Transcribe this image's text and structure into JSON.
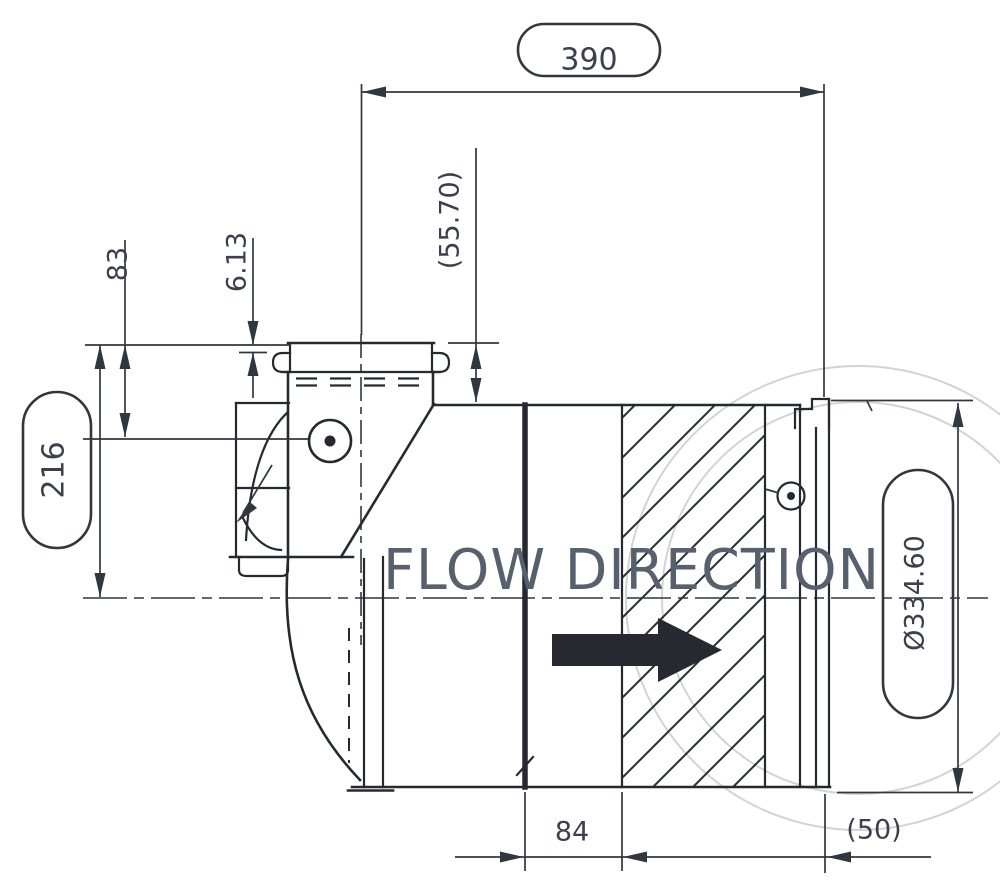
{
  "drawing_type": "muffler-technical-drawing",
  "annotation": {
    "flow_label": "FLOW DIRECTION"
  },
  "dims": {
    "overall_length": "390",
    "inlet_flange_to_shell": "(55.70)",
    "flange_to_boss": "83",
    "gasket_offset": "6.13",
    "flange_to_centerline": "216",
    "shell_diameter": "Ø334.60",
    "module_length": "84",
    "outlet_length": "(50)"
  },
  "colors": {
    "background": "#ffffff",
    "line": "#262a30",
    "dim": "#31373f",
    "text": "#3a414c",
    "flow_text": "#57606f",
    "faint": "#d3d3d3"
  }
}
